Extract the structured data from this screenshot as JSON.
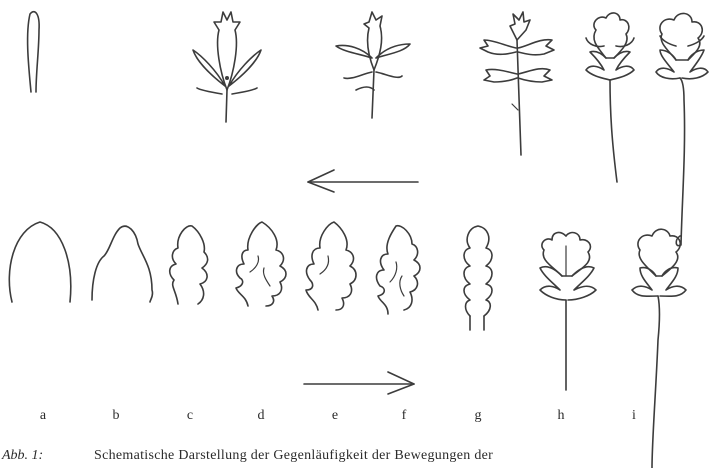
{
  "figure": {
    "labels": [
      "a",
      "b",
      "c",
      "d",
      "e",
      "f",
      "g",
      "h",
      "i"
    ],
    "arrows": {
      "top_direction": "left",
      "bottom_direction": "right"
    }
  },
  "caption": {
    "label": "Abb. 1:",
    "text": "Schematische Darstellung der Gegenläufigkeit der Bewegungen der"
  }
}
